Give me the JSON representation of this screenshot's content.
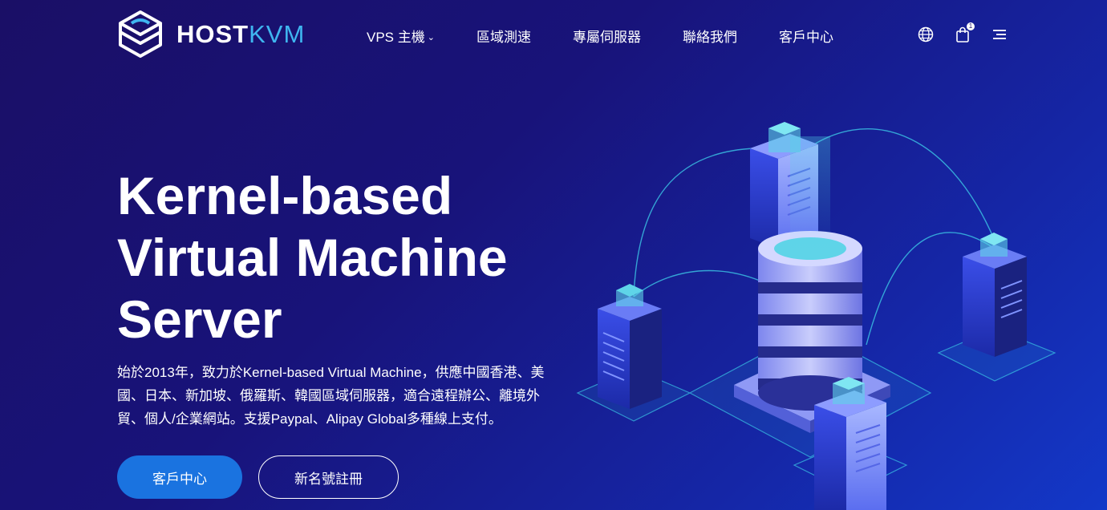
{
  "brand": {
    "host": "HOST",
    "kvm": "KVM"
  },
  "nav": {
    "items": [
      {
        "label": "VPS 主機",
        "has_dropdown": true
      },
      {
        "label": "區域測速"
      },
      {
        "label": "專屬伺服器"
      },
      {
        "label": "聯絡我們"
      },
      {
        "label": "客戶中心"
      }
    ],
    "icons": [
      "globe-icon",
      "shopping-bag-icon",
      "menu-icon"
    ],
    "cart_count": "1"
  },
  "hero": {
    "title_lines": [
      "Kernel-based",
      "Virtual Machine",
      "Server"
    ],
    "description": "始於2013年，致力於Kernel-based Virtual Machine，供應中國香港、美國、日本、新加坡、俄羅斯、韓國區域伺服器，適合遠程辦公、離境外貿、個人/企業網站。支援Paypal、Alipay Global多種線上支付。",
    "primary_button": "客戶中心",
    "secondary_button": "新名號註冊"
  },
  "colors": {
    "accent": "#1a73e0",
    "brand_kvm": "#3fb6f0",
    "bg_dark": "#1a0f66",
    "bg_light": "#1338c8"
  }
}
